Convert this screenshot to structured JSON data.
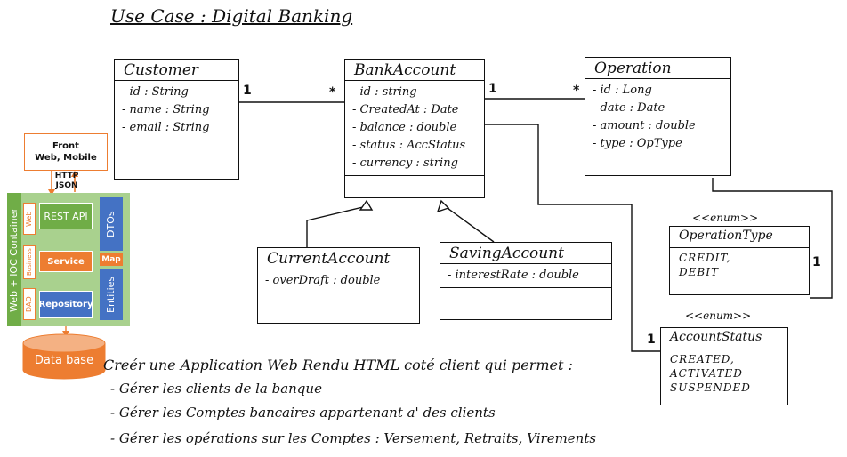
{
  "title": "Use Case : Digital Banking",
  "classes": {
    "customer": {
      "name": "Customer",
      "attrs": [
        "- id : String",
        "- name : String",
        "- email : String"
      ]
    },
    "bank_account": {
      "name": "BankAccount",
      "attrs": [
        "- id : string",
        "- CreatedAt : Date",
        "- balance : double",
        "- status : AccStatus",
        "- currency : string"
      ]
    },
    "operation": {
      "name": "Operation",
      "attrs": [
        "- id : Long",
        "- date : Date",
        "- amount : double",
        "- type : OpType"
      ]
    },
    "current_account": {
      "name": "CurrentAccount",
      "attrs": [
        "- overDraft : double"
      ]
    },
    "saving_account": {
      "name": "SavingAccount",
      "attrs": [
        "- interestRate : double"
      ]
    }
  },
  "enums": {
    "operation_type": {
      "stereotype": "<<enum>>",
      "name": "OperationType",
      "values": [
        "CREDIT,",
        "DEBIT"
      ]
    },
    "account_status": {
      "stereotype": "<<enum>>",
      "name": "AccountStatus",
      "values": [
        "CREATED,",
        "ACTIVATED",
        "SUSPENDED"
      ]
    }
  },
  "multiplicities": {
    "cust_one": "1",
    "ba_many": "*",
    "ba_one": "1",
    "op_many": "*",
    "optype_one": "1",
    "status_one": "1"
  },
  "architecture": {
    "front": "Front\nWeb, Mobile",
    "http": "HTTP\nJSON",
    "container": "Web + IOC Container",
    "layer_web": "Web",
    "layer_business": "Business",
    "layer_dao": "DAO",
    "rest_api": "REST API",
    "service": "Service",
    "repository": "Repository",
    "dtos": "DTOs",
    "map": "Map",
    "entities": "Entities",
    "database": "Data base"
  },
  "notes": {
    "intro": "Creér une Application Web Rendu HTML coté client qui permet :",
    "items": [
      "- Gérer les clients de la banque",
      "- Gérer les Comptes bancaires appartenant a' des clients",
      "- Gérer les opérations sur les Comptes : Versement, Retraits, Virements"
    ]
  },
  "colors": {
    "green": "#70ad47",
    "green_dark": "#548235",
    "blue": "#4472c4",
    "orange": "#ed7d31",
    "orange_light": "#f4b183"
  }
}
